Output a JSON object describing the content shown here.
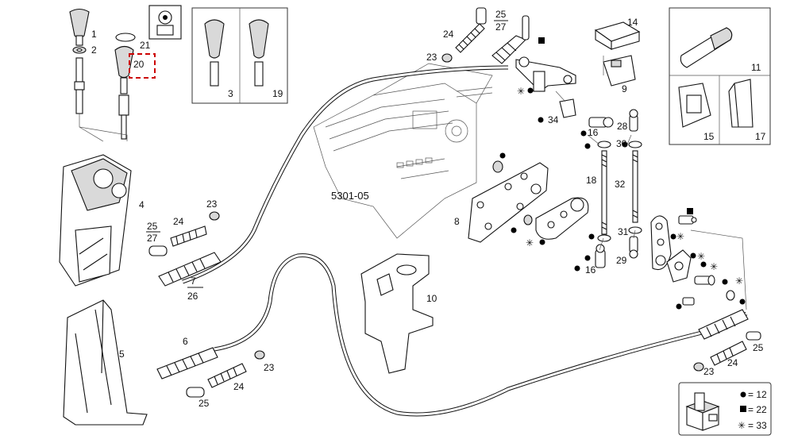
{
  "diagram_code": "5301-05",
  "labels": {
    "p1": "1",
    "p2": "2",
    "p3": "3",
    "p4": "4",
    "p5": "5",
    "p6": "6",
    "p7": "7",
    "p26": "26",
    "p8": "8",
    "p9": "9",
    "p10": "10",
    "p11": "11",
    "p14": "14",
    "p15": "15",
    "p16a": "16",
    "p16b": "16",
    "p17": "17",
    "p18": "18",
    "p19": "19",
    "p20": "20",
    "p21": "21",
    "p23a": "23",
    "p23b": "23",
    "p23c": "23",
    "p23d": "23",
    "p24a": "24",
    "p24b": "24",
    "p24c": "24",
    "p24d": "24",
    "p25a": "25",
    "p27a": "27",
    "p25b": "25",
    "p27b": "27",
    "p25c": "25",
    "p25d": "25",
    "p28": "28",
    "p29": "29",
    "p30": "30",
    "p31": "31",
    "p32": "32",
    "p34": "34"
  },
  "legend": {
    "circle": "= 12",
    "square": "= 22",
    "star": "= 33"
  },
  "symbols": {
    "circle": "●",
    "square": "■",
    "star": "✳"
  }
}
